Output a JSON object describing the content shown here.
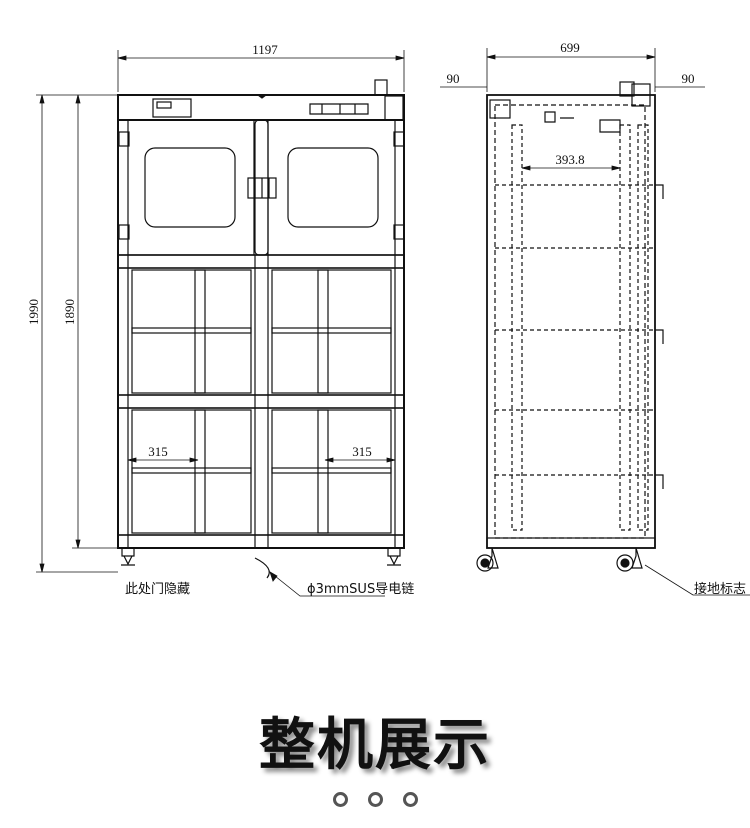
{
  "dimensions": {
    "front_width": "1197",
    "total_height": "1990",
    "body_height": "1890",
    "shelf_width_left": "315",
    "shelf_width_right": "315",
    "side_depth": "699",
    "side_offset_left": "90",
    "side_offset_right": "90",
    "inner_depth": "393.8"
  },
  "annotations": {
    "hidden_door": "此处门隐藏",
    "chain": "ϕ3mmSUS导电链",
    "ground": "接地标志"
  },
  "title": "整机展示",
  "carousel": {
    "count": 3,
    "active": 0
  }
}
